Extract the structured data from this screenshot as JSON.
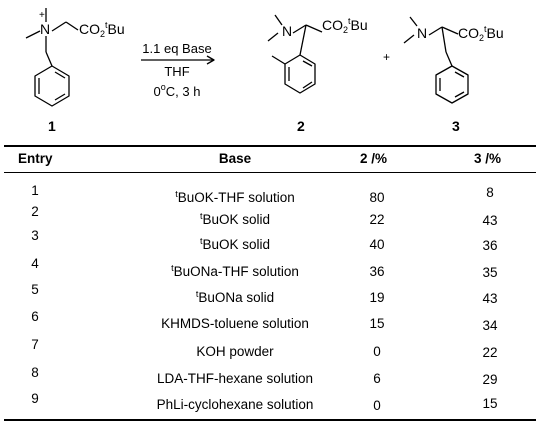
{
  "scheme": {
    "reactant": {
      "label": "1",
      "ester_group": "CO2tBu",
      "charge": "+",
      "atom": "N"
    },
    "conditions": {
      "base": "1.1 eq Base",
      "solvent": "THF",
      "temperature": "0",
      "temp_unit": "C",
      "time": ", 3 h"
    },
    "product_a": {
      "label": "2",
      "atom": "N",
      "ester_group": "CO2tBu"
    },
    "plus": "+",
    "product_b": {
      "label": "3",
      "atom": "N",
      "ester_group": "CO2tBu"
    }
  },
  "table": {
    "headers": {
      "entry": "Entry",
      "base": "Base",
      "p2": "2 /%",
      "p3": "3 /%"
    },
    "rows": [
      {
        "entry": "1",
        "sup": "t",
        "base": "BuOK-THF solution",
        "p2": "80",
        "p3": "8"
      },
      {
        "entry": "2",
        "sup": "t",
        "base": "BuOK solid",
        "p2": "22",
        "p3": "43"
      },
      {
        "entry": "3",
        "sup": "t",
        "base": "BuOK solid",
        "p2": "40",
        "p3": "36"
      },
      {
        "entry": "4",
        "sup": "t",
        "base": "BuONa-THF solution",
        "p2": "36",
        "p3": "35"
      },
      {
        "entry": "5",
        "sup": "t",
        "base": "BuONa solid",
        "p2": "19",
        "p3": "43"
      },
      {
        "entry": "6",
        "sup": "",
        "base": "KHMDS-toluene solution",
        "p2": "15",
        "p3": "34"
      },
      {
        "entry": "7",
        "sup": "",
        "base": "KOH powder",
        "p2": "0",
        "p3": "22"
      },
      {
        "entry": "8",
        "sup": "",
        "base": "LDA-THF-hexane solution",
        "p2": "6",
        "p3": "29"
      },
      {
        "entry": "9",
        "sup": "",
        "base": "PhLi-cyclohexane solution",
        "p2": "0",
        "p3": "15"
      }
    ]
  }
}
